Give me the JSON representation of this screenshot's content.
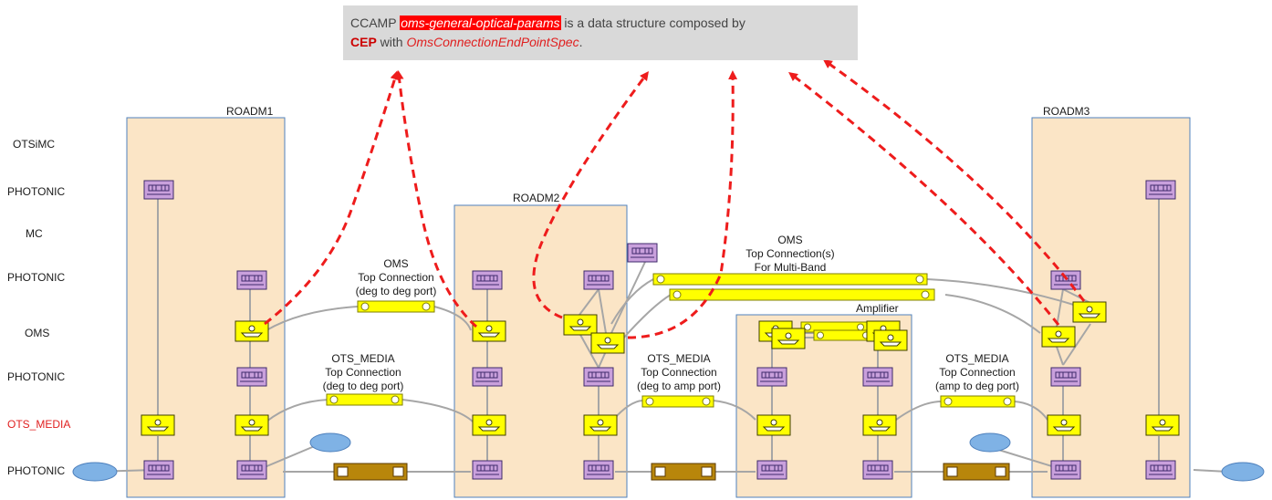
{
  "annotation": {
    "prefix": "CCAMP ",
    "highlight": "oms-general-optical-params",
    "middle": " is a data structure composed by",
    "bold": "CEP",
    "with": " with ",
    "italic": "OmsConnectionEndPointSpec",
    "suffix": "."
  },
  "layers": [
    {
      "label": "OTSiMC",
      "color": "#1a1a1a"
    },
    {
      "label": "PHOTONIC",
      "color": "#1a1a1a"
    },
    {
      "label": "MC",
      "color": "#1a1a1a"
    },
    {
      "label": "PHOTONIC",
      "color": "#1a1a1a"
    },
    {
      "label": "OMS",
      "color": "#1a1a1a"
    },
    {
      "label": "PHOTONIC",
      "color": "#1a1a1a"
    },
    {
      "label": "OTS_MEDIA",
      "color": "#e02020"
    },
    {
      "label": "PHOTONIC",
      "color": "#1a1a1a"
    }
  ],
  "nodes": {
    "roadm1": "ROADM1",
    "roadm2": "ROADM2",
    "roadm3": "ROADM3",
    "amplifier": "Amplifier"
  },
  "connections": {
    "oms_deg": [
      "OMS",
      "Top Connection",
      "(deg to deg port)"
    ],
    "ots_deg": [
      "OTS_MEDIA",
      "Top Connection",
      "(deg to deg port)"
    ],
    "oms_multi": [
      "OMS",
      "Top Connection(s)",
      "For Multi-Band"
    ],
    "ots_amp": [
      "OTS_MEDIA",
      "Top Connection",
      "(deg to amp port)"
    ],
    "ots_amp_deg": [
      "OTS_MEDIA",
      "Top Connection",
      "(amp to deg port)"
    ]
  },
  "colors": {
    "node_fill": "#fbe5c6",
    "node_border": "#4f81bd",
    "photonic_fill": "#c9a0dc",
    "oms_fill": "#ffff00",
    "fiber_fill": "#b8860b",
    "client_fill": "#7fb2e5",
    "arrow": "#ee1c1c",
    "link": "#a6a6a6"
  }
}
